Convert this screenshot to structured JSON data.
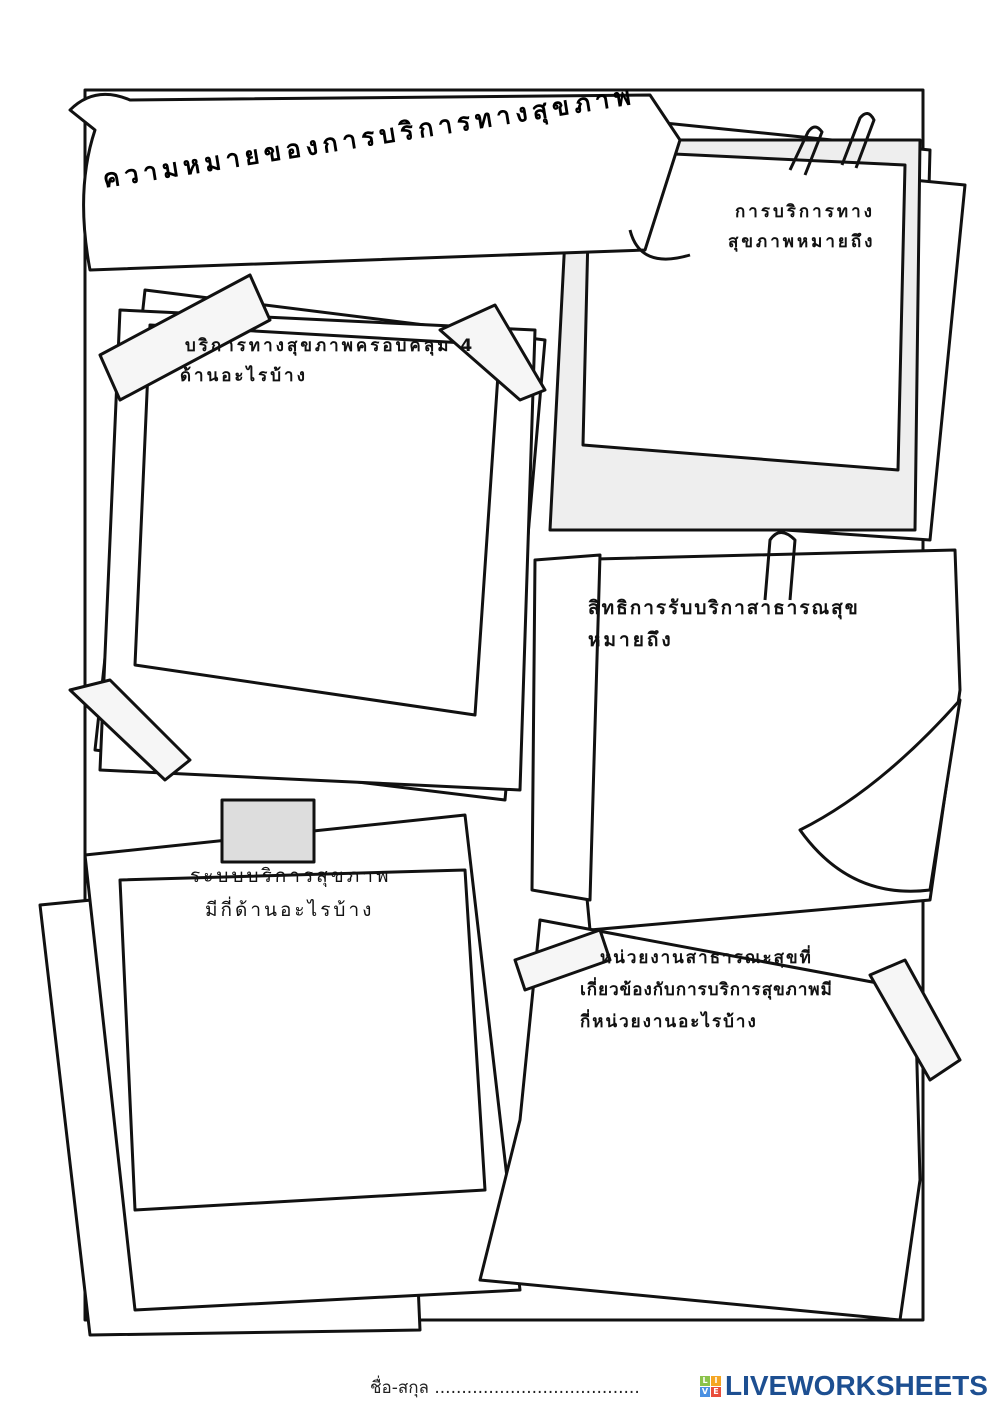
{
  "title": "ความหมายของการบริการทางสุขภาพ",
  "boxes": [
    {
      "prompt": "การบริการทาง\nสุขภาพหมายถึง"
    },
    {
      "prompt_line1": "บริการทางสุขภาพครอบคลุม 4",
      "prompt_line2": "ด้านอะไรบ้าง"
    },
    {
      "prompt_line1": "สิทธิการรับบริกาสาธารณสุข",
      "prompt_line2": "หมายถึง"
    },
    {
      "prompt_line1": "ระบบบริการสุขภาพ",
      "prompt_line2": "มีกี่ด้านอะไรบ้าง"
    },
    {
      "prompt_line1": "หน่วยงานสาธารณะสุขที่",
      "prompt_line2": "เกี่ยวข้องกับการบริการสุขภาพมี",
      "prompt_line3": "กี่หน่วยงานอะไรบ้าง"
    }
  ],
  "top_right_line1": "การบริการทาง",
  "top_right_line2": "สุขภาพหมายถึง",
  "footer": {
    "name_label": "ชื่อ-สกุล",
    "dots": "......................................"
  },
  "logo": {
    "tiles": [
      "L",
      "I",
      "V",
      "E"
    ],
    "text": "LIVEWORKSHEETS",
    "colors": [
      "#8bc34a",
      "#f5a623",
      "#4a90e2",
      "#e94e3c"
    ],
    "text_color": "#1d4f91"
  }
}
